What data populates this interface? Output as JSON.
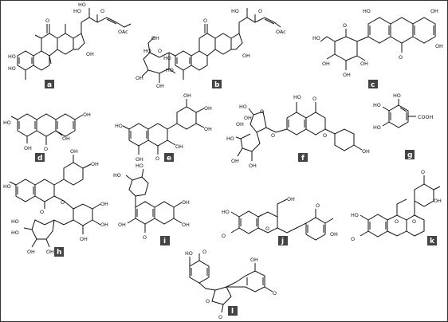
{
  "panels": [
    {
      "key": "a",
      "label": "a",
      "atoms": [
        "HO",
        "O",
        "HO",
        "O",
        "HO",
        "HO",
        "OH",
        "OAc"
      ]
    },
    {
      "key": "b",
      "label": "b",
      "atoms": [
        "HO",
        "O",
        "HO",
        "O",
        "HO",
        "O",
        "OH",
        "OH",
        "HO",
        "OH",
        "OH",
        "OAc"
      ]
    },
    {
      "key": "c",
      "label": "c",
      "atoms": [
        "HO",
        "OH",
        "OH",
        "OH",
        "HO",
        "OH",
        "OH",
        "O",
        "O"
      ]
    },
    {
      "key": "d",
      "label": "d",
      "atoms": [
        "HO",
        "OH",
        "OH",
        "OH",
        "O"
      ]
    },
    {
      "key": "e",
      "label": "e",
      "atoms": [
        "HO",
        "OH",
        "OH",
        "OH",
        "OH",
        "OH",
        "O"
      ]
    },
    {
      "key": "f",
      "label": "f",
      "atoms": [
        "HO",
        "O",
        "HO",
        "OH",
        "OH",
        "HO",
        "OH",
        "OH",
        "OH",
        "O",
        "O",
        "O"
      ]
    },
    {
      "key": "g",
      "label": "g",
      "atoms": [
        "HO",
        "HO",
        "HO",
        "COOH"
      ]
    },
    {
      "key": "h",
      "label": "h",
      "atoms": [
        "HO",
        "OH",
        "OH",
        "O",
        "O",
        "HO",
        "OH",
        "HO",
        "OH",
        "OH",
        "OH",
        "OH"
      ]
    },
    {
      "key": "i",
      "label": "i",
      "atoms": [
        "HO",
        "HO",
        "OH",
        "OH",
        "OH",
        "O"
      ]
    },
    {
      "key": "j",
      "label": "j",
      "atoms": [
        "HO",
        "O",
        "OH",
        "OH",
        "O",
        "O"
      ]
    },
    {
      "key": "k",
      "label": "k",
      "atoms": [
        "HO",
        "O",
        "OH",
        "O",
        "O",
        "O"
      ]
    },
    {
      "key": "l",
      "label": "l",
      "atoms": [
        "HO",
        "O",
        "OH",
        "O",
        "O",
        "O"
      ]
    }
  ]
}
